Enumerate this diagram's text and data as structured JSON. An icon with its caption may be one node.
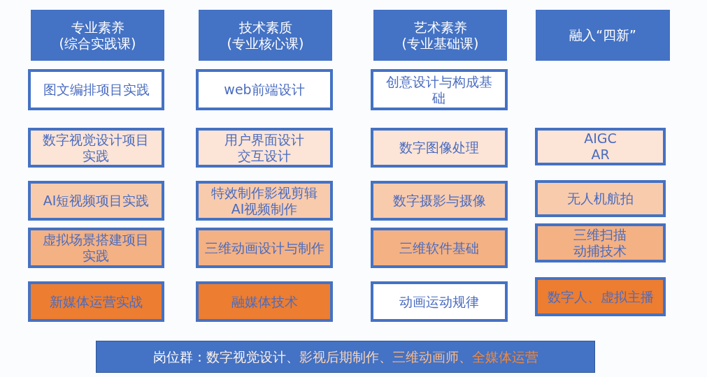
{
  "diagram": {
    "nodes": [
      {
        "text": [
          "专业素养",
          "(综合实践课)"
        ]
      },
      {
        "text": [
          "技术素质",
          "(专业核心课)"
        ]
      },
      {
        "text": [
          "艺术素养",
          "(专业基础课)"
        ]
      },
      {
        "text": [
          "融入“四新”"
        ]
      },
      {
        "text": [
          "图文编排项目实践"
        ]
      },
      {
        "text": [
          "web前端设计"
        ]
      },
      {
        "text": [
          "创意设计与构成基础"
        ]
      },
      {
        "text": [
          "数字视觉设计项目实践"
        ]
      },
      {
        "text": [
          "用户界面设计交互设计"
        ]
      },
      {
        "text": [
          "数字图像处理"
        ]
      },
      {
        "text": [
          "AIGC AR"
        ]
      },
      {
        "text": [
          "AI短视频项目实践"
        ]
      },
      {
        "text": [
          "特效制作影视剪辑AI视频制作"
        ]
      },
      {
        "text": [
          "数字摄影与摄像"
        ]
      },
      {
        "text": [
          "无人机航拍"
        ]
      },
      {
        "text": [
          "虚拟场景搭建项目实践"
        ]
      },
      {
        "text": [
          "三维动画设计与制作"
        ]
      },
      {
        "text": [
          "三维软件基础"
        ]
      },
      {
        "text": [
          "三维扫描动捕技术"
        ]
      },
      {
        "text": [
          "新媒体运营实战"
        ]
      },
      {
        "text": [
          "融媒体技术"
        ]
      },
      {
        "text": [
          "动画运动规律"
        ]
      },
      {
        "text": [
          "数字人、虚拟主播"
        ]
      },
      {
        "text": [
          "岗位群：",
          "数字视觉设计、",
          "影视后期制作、",
          "三维动画师、",
          "全媒体运营"
        ]
      }
    ]
  }
}
